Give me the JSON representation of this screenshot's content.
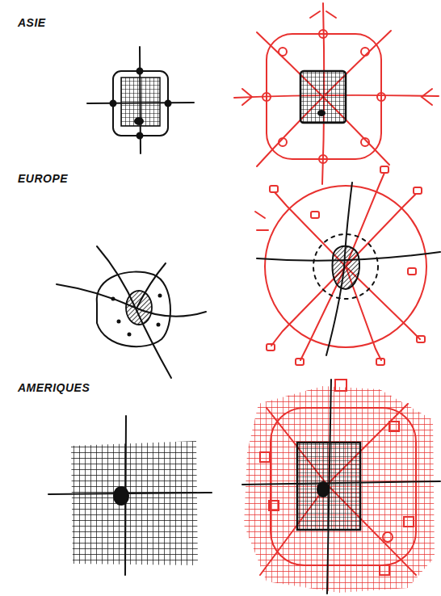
{
  "diagram": {
    "labels": [
      "ASIE",
      "EUROPE",
      "AMERIQUES"
    ]
  }
}
